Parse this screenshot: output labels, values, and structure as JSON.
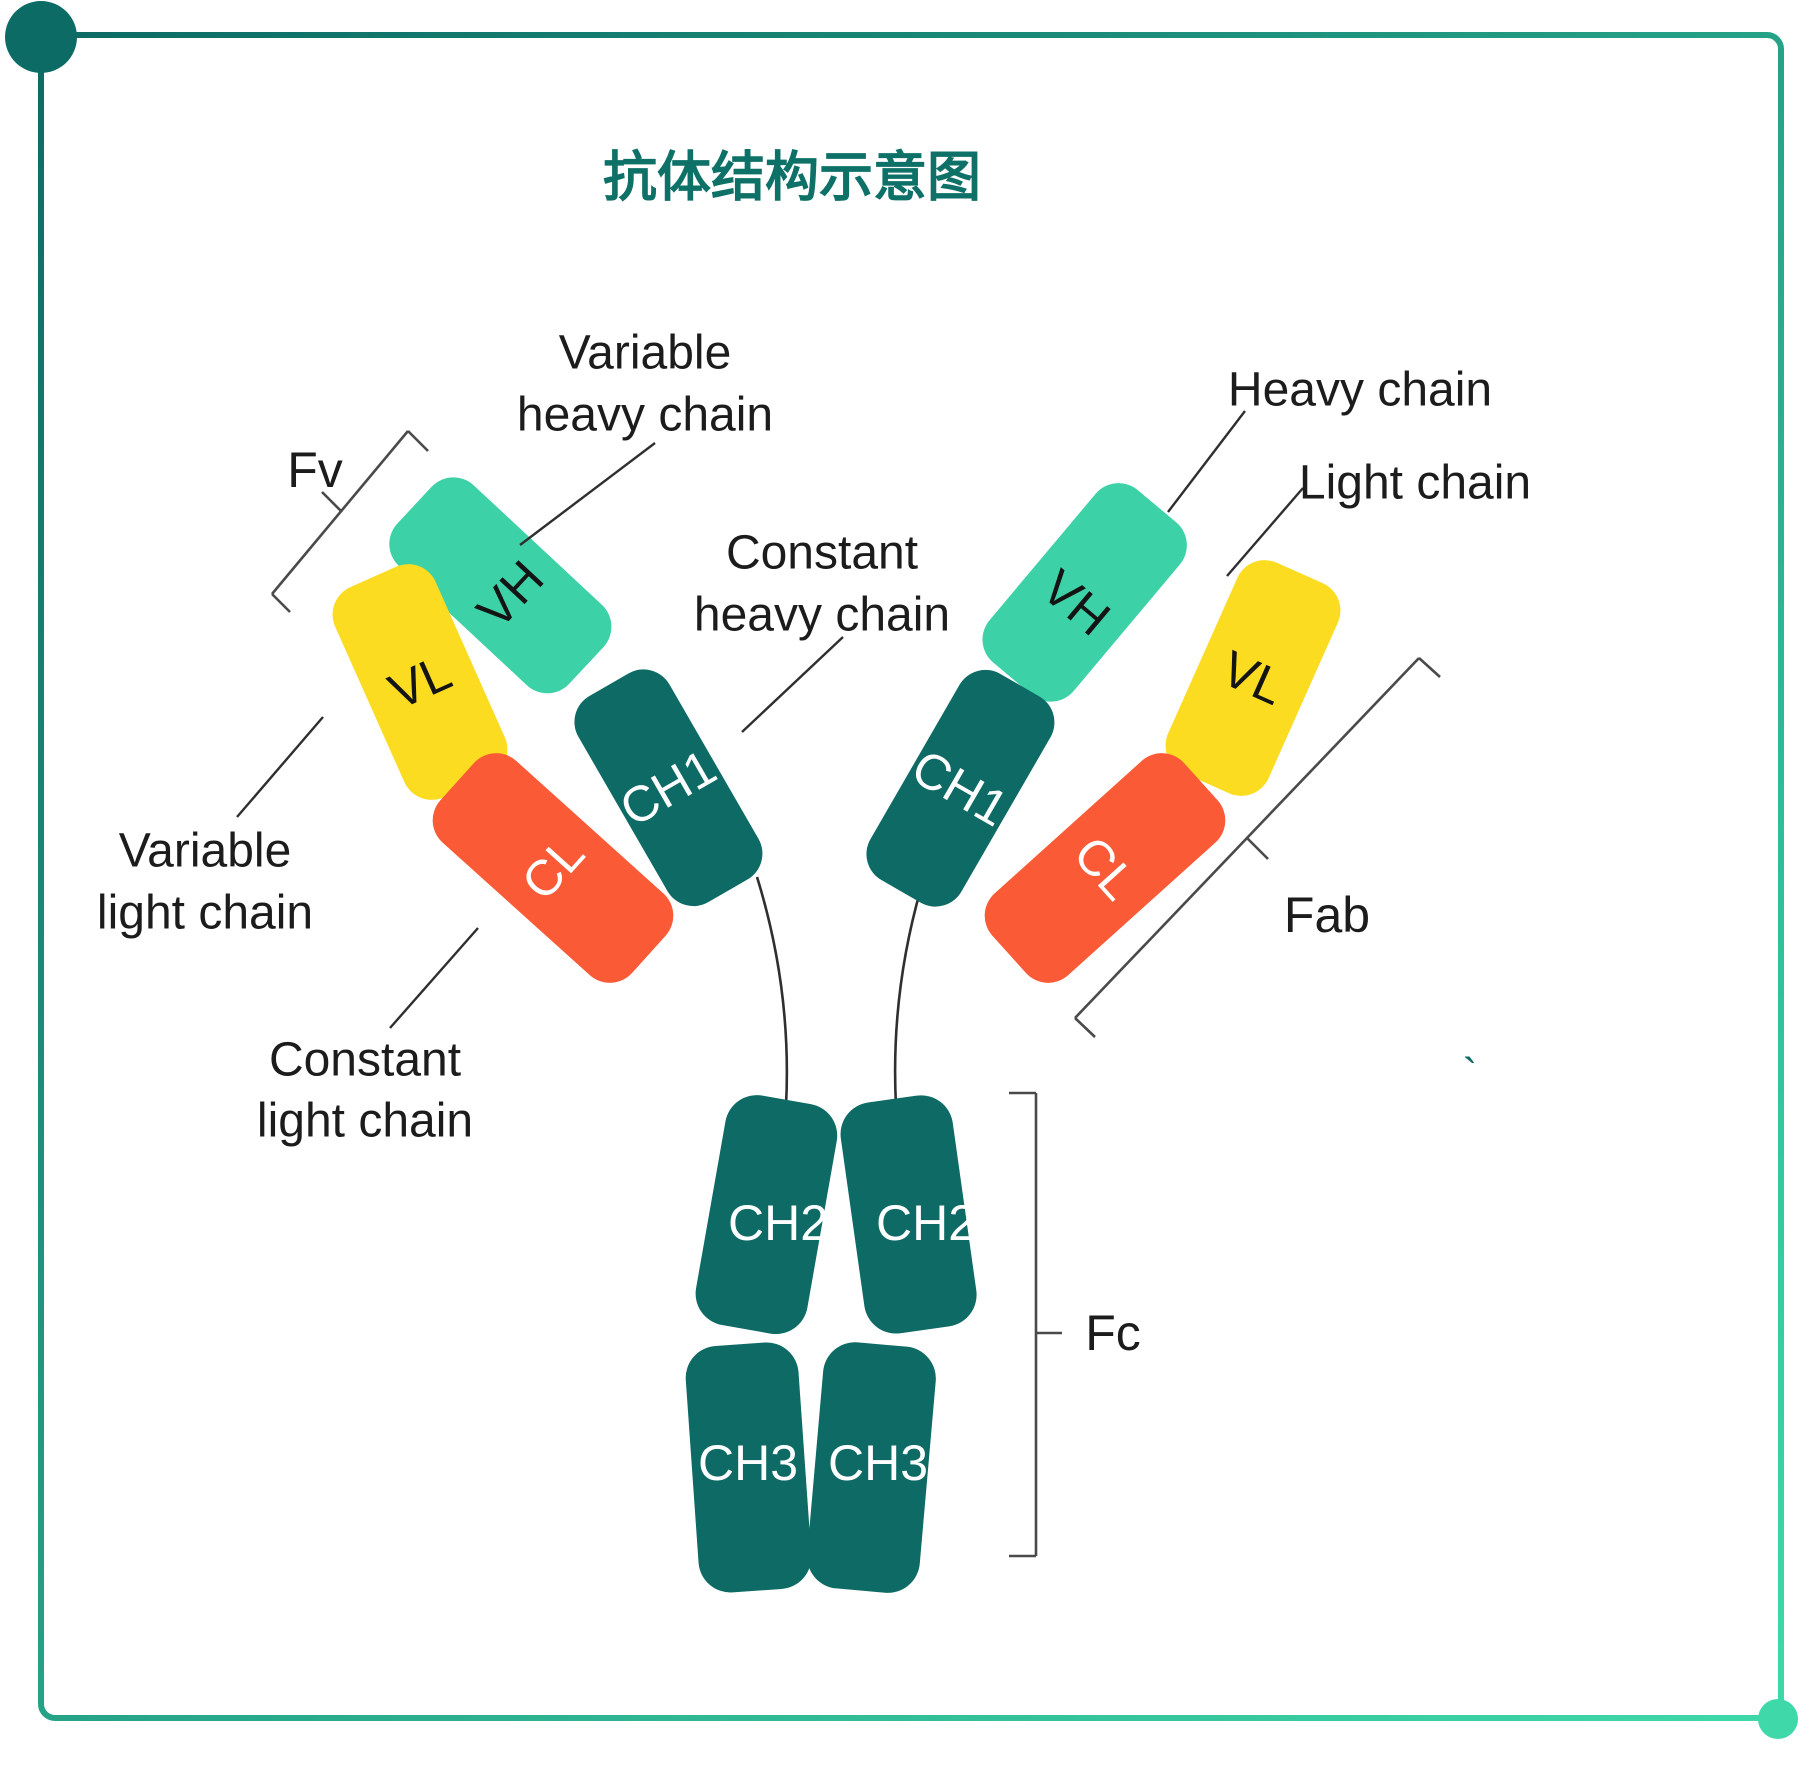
{
  "title": {
    "text": "抗体结构示意图"
  },
  "colors": {
    "mint": "#3DD1A7",
    "yellow": "#FBDC20",
    "orange": "#FA5A36",
    "teal_dark": "#0D6A64",
    "title_teal": "#0E7168",
    "border_start": "#0C6B64",
    "border_end": "#3FD9A9",
    "text_dark": "#1c1c1c",
    "block_text_light": "#FFFFFF",
    "leader_line": "#2f2f2f",
    "bracket_line": "#4a4a4a"
  },
  "domains": {
    "vh": "VH",
    "vl": "VL",
    "ch1": "CH1",
    "cl": "CL",
    "ch2": "CH2",
    "ch3": "CH3"
  },
  "annotations": {
    "variable_heavy": {
      "line1": "Variable",
      "line2": "heavy chain"
    },
    "constant_heavy": {
      "line1": "Constant",
      "line2": "heavy chain"
    },
    "variable_light": {
      "line1": "Variable",
      "line2": "light chain"
    },
    "constant_light": {
      "line1": "Constant",
      "line2": "light chain"
    },
    "heavy_chain": "Heavy chain",
    "light_chain": "Light chain",
    "fv": "Fv",
    "fab": "Fab",
    "fc": "Fc"
  },
  "decor": {
    "stray_tick": "`"
  }
}
